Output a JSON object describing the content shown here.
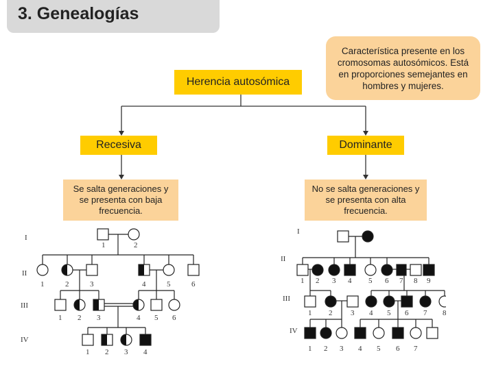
{
  "title": "3. Genealogías",
  "boxes": {
    "herencia": "Herencia autosómica",
    "caracteristica": "Característica presente en los cromosomas autosómicos. Está en proporciones semejantes en hombres y mujeres.",
    "recesiva": "Recesiva",
    "dominante": "Dominante",
    "salta_recesiva": "Se salta generaciones y se presenta con baja frecuencia.",
    "salta_dominante": "No se salta generaciones y se presenta con alta frecuencia."
  },
  "pedigree_recessive": {
    "generations": [
      "I",
      "II",
      "III",
      "IV"
    ],
    "gen1_numbers": [
      "1",
      "2"
    ],
    "gen2_numbers": [
      "1",
      "2",
      "3",
      "4",
      "5",
      "6"
    ],
    "gen3_numbers": [
      "1",
      "2",
      "3",
      "4",
      "5",
      "6"
    ],
    "gen4_numbers": [
      "1",
      "2",
      "3",
      "4"
    ]
  },
  "pedigree_dominant": {
    "generations": [
      "I",
      "II",
      "III",
      "IV"
    ],
    "gen2_numbers": [
      "1",
      "2",
      "3",
      "4",
      "5",
      "6",
      "7",
      "8",
      "9"
    ],
    "gen3_numbers": [
      "1",
      "2",
      "3",
      "4",
      "5",
      "6",
      "7",
      "8"
    ],
    "gen4_numbers": [
      "1",
      "2",
      "3",
      "4",
      "5",
      "6",
      "7"
    ]
  },
  "colors": {
    "title_bg": "#d9d9d9",
    "yellow": "#ffcc00",
    "peach": "#fbd39a"
  }
}
